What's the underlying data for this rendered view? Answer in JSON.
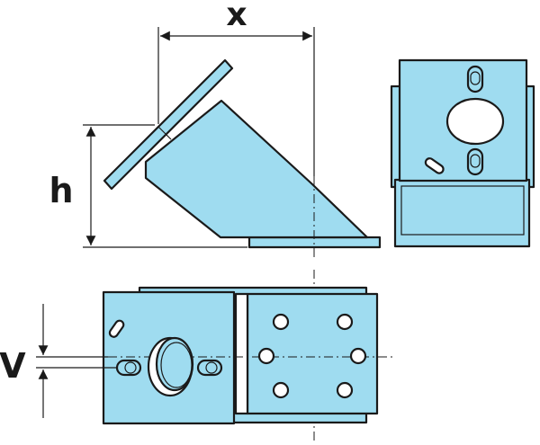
{
  "labels": {
    "x": "x",
    "h": "h",
    "v": "V"
  },
  "colors": {
    "part_fill": "#9fdcf0",
    "line": "#1a1a1a",
    "background": "#ffffff"
  }
}
